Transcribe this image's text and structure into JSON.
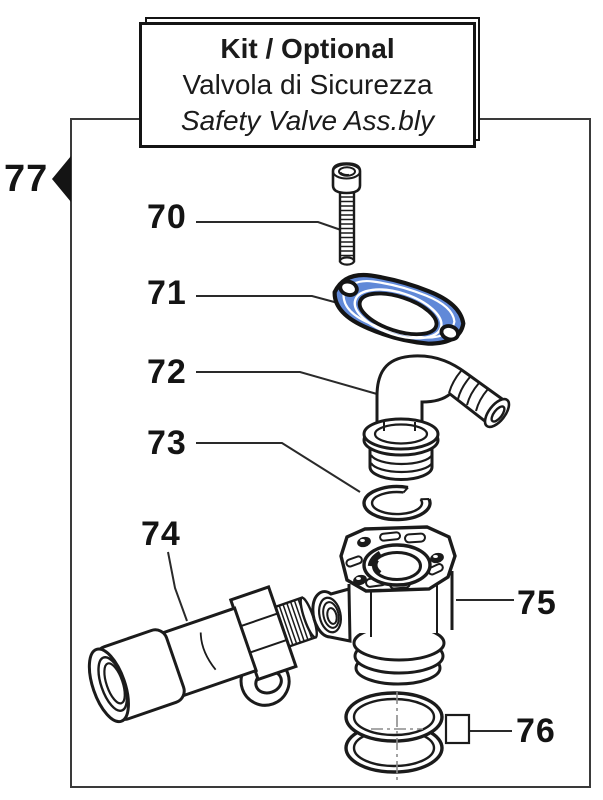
{
  "title_box": {
    "line1": "Kit / Optional",
    "line2": "Valvola di Sicurezza",
    "line3": "Safety Valve Ass.bly"
  },
  "labels": {
    "part70": "70",
    "part71": "71",
    "part72": "72",
    "part73": "73",
    "part74": "74",
    "part75": "75",
    "part76": "76",
    "part77": "77"
  },
  "colors": {
    "gasket_highlight": "#6189d8",
    "line_color": "#1b1b1b"
  }
}
